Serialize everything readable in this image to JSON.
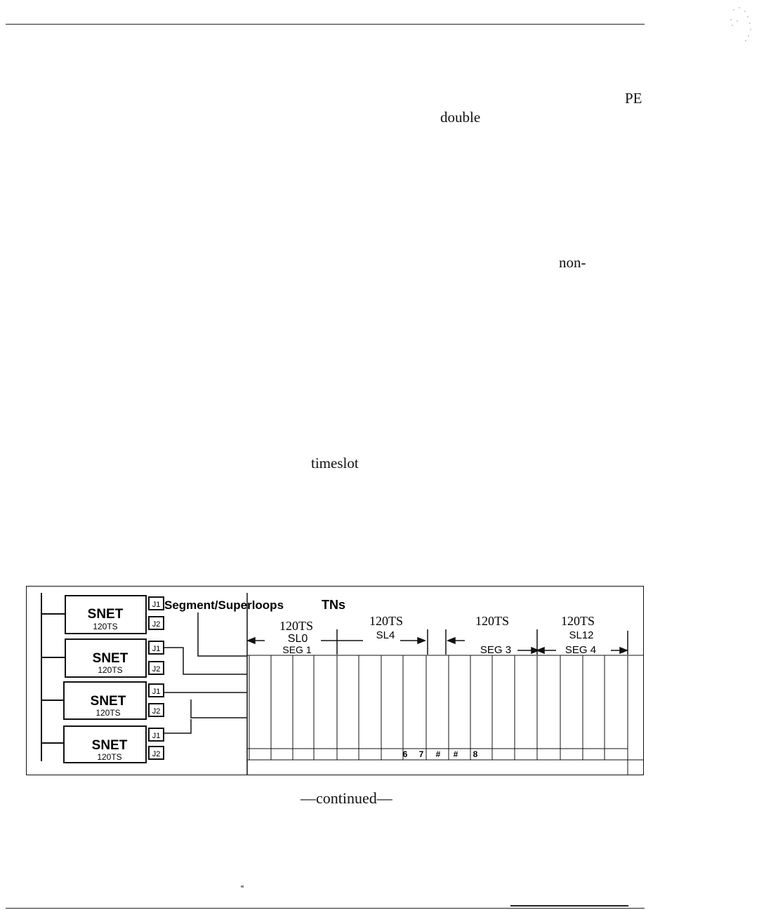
{
  "page": {
    "fragments": {
      "pe": "PE",
      "double": "double",
      "non": "non-",
      "timeslot": "timeslot"
    },
    "continued": "—continued—"
  },
  "diagram": {
    "header": {
      "j1_label": "J1",
      "segment_label": "Segment/Superloops",
      "tns_label": "TNs"
    },
    "snet_modules": [
      {
        "name": "SNET",
        "ts": "120TS",
        "j1": "J1",
        "j2": "J2"
      },
      {
        "name": "SNET",
        "ts": "120TS",
        "j1": "J1",
        "j2": "J2"
      },
      {
        "name": "SNET",
        "ts": "120TS",
        "j1": "J1",
        "j2": "J2"
      },
      {
        "name": "SNET",
        "ts": "120TS",
        "j1": "J1",
        "j2": "J2"
      }
    ],
    "groups": [
      {
        "ts": "120TS",
        "sl": "SL0",
        "seg": "SEG 1"
      },
      {
        "ts": "120TS",
        "sl": "SL4",
        "seg": ""
      },
      {
        "ts": "120TS",
        "sl": "",
        "seg": "SEG 3"
      },
      {
        "ts": "120TS",
        "sl": "SL12",
        "seg": "SEG 4"
      }
    ],
    "bottom_labels": [
      "6",
      "7",
      "#",
      "#",
      "8"
    ]
  }
}
